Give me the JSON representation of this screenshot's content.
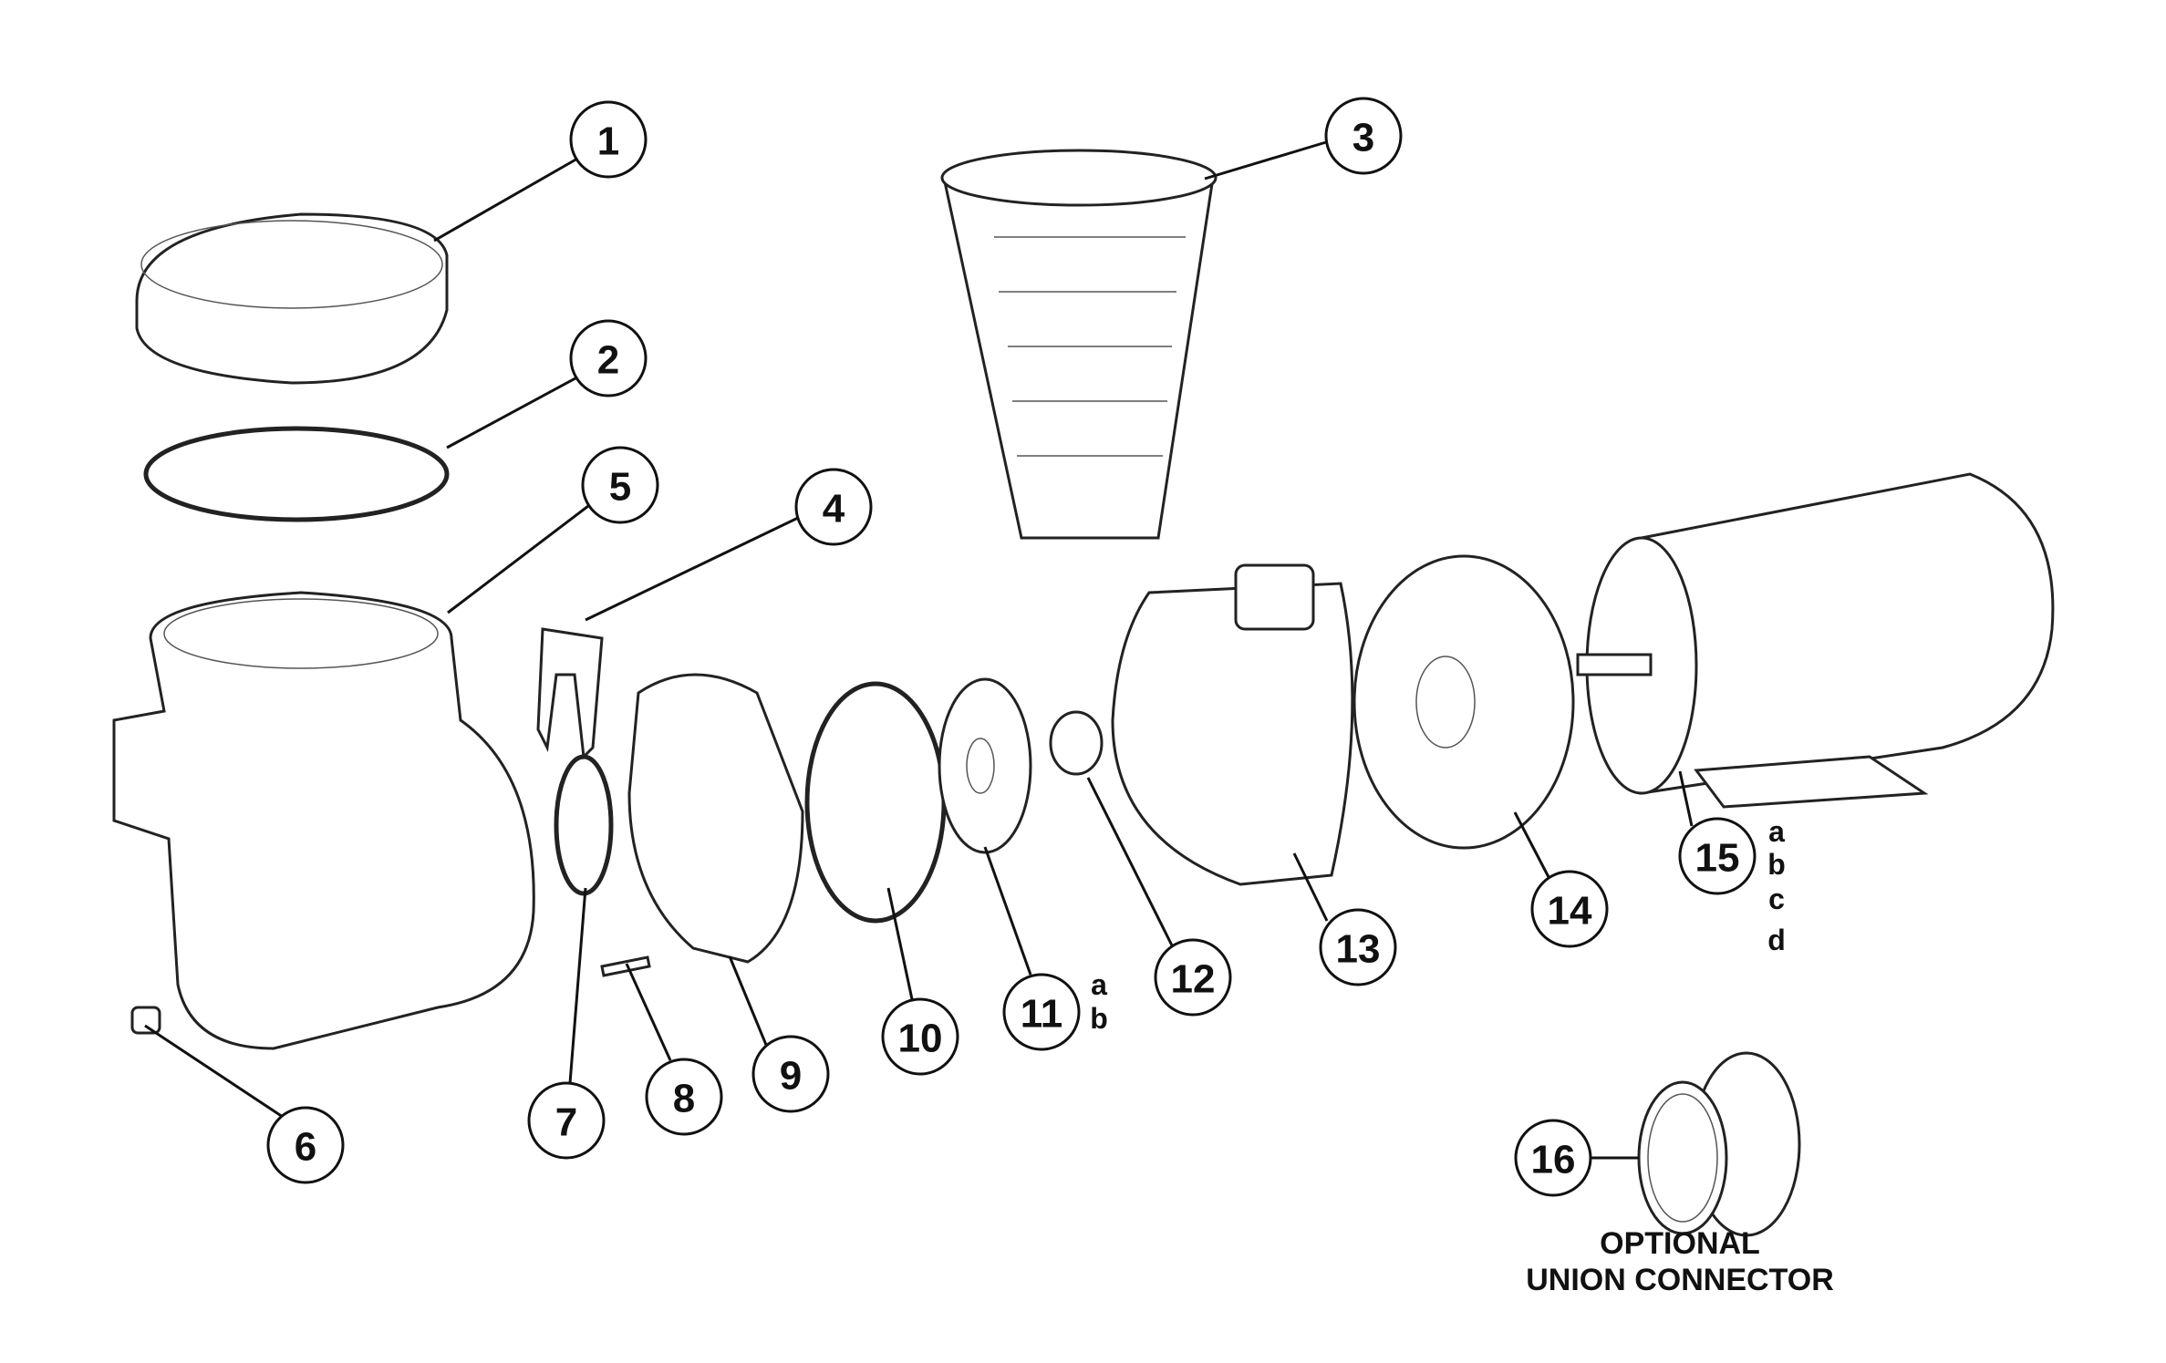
{
  "diagram": {
    "callouts": [
      {
        "label": "1",
        "subs": []
      },
      {
        "label": "2",
        "subs": []
      },
      {
        "label": "3",
        "subs": []
      },
      {
        "label": "4",
        "subs": []
      },
      {
        "label": "5",
        "subs": []
      },
      {
        "label": "6",
        "subs": []
      },
      {
        "label": "7",
        "subs": []
      },
      {
        "label": "8",
        "subs": []
      },
      {
        "label": "9",
        "subs": []
      },
      {
        "label": "10",
        "subs": []
      },
      {
        "label": "11",
        "subs": [
          "a",
          "b"
        ]
      },
      {
        "label": "12",
        "subs": []
      },
      {
        "label": "13",
        "subs": []
      },
      {
        "label": "14",
        "subs": []
      },
      {
        "label": "15",
        "subs": [
          "a",
          "b",
          "c",
          "d"
        ]
      },
      {
        "label": "16",
        "subs": []
      }
    ],
    "caption_line1": "OPTIONAL",
    "caption_line2": "UNION CONNECTOR"
  }
}
